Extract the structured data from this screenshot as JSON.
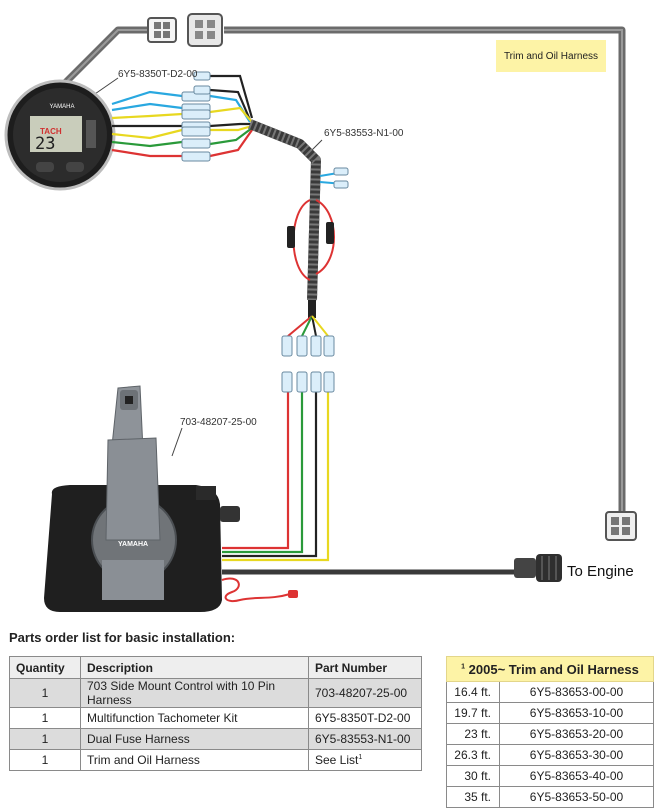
{
  "diagram": {
    "labels": {
      "tachometer_part": "6Y5-8350T-D2-00",
      "fuse_harness_part": "6Y5-83553-N1-00",
      "control_part": "703-48207-25-00",
      "trim_oil_harness": "Trim and Oil Harness",
      "to_engine": "To Engine"
    },
    "gauge": {
      "brand": "YAMAHA",
      "mode": "TACH",
      "reading": "23"
    },
    "control_brand": "YAMAHA"
  },
  "parts_list": {
    "title": "Parts order list for basic installation:",
    "headers": [
      "Quantity",
      "Description",
      "Part Number"
    ],
    "rows": [
      {
        "qty": "1",
        "description": "703 Side Mount Control with 10 Pin Harness",
        "part": "703-48207-25-00"
      },
      {
        "qty": "1",
        "description": "Multifunction Tachometer Kit",
        "part": "6Y5-8350T-D2-00"
      },
      {
        "qty": "1",
        "description": "Dual Fuse Harness",
        "part": "6Y5-83553-N1-00"
      },
      {
        "qty": "1",
        "description": "Trim and Oil Harness",
        "part": "See List",
        "footnote": "1"
      }
    ]
  },
  "harness_list": {
    "footnote_mark": "1",
    "title": "2005~ Trim and Oil Harness",
    "rows": [
      {
        "length": "16.4 ft.",
        "part": "6Y5-83653-00-00"
      },
      {
        "length": "19.7 ft.",
        "part": "6Y5-83653-10-00"
      },
      {
        "length": "23 ft.",
        "part": "6Y5-83653-20-00"
      },
      {
        "length": "26.3 ft.",
        "part": "6Y5-83653-30-00"
      },
      {
        "length": "30 ft.",
        "part": "6Y5-83653-40-00"
      },
      {
        "length": "35 ft.",
        "part": "6Y5-83653-50-00"
      }
    ]
  }
}
